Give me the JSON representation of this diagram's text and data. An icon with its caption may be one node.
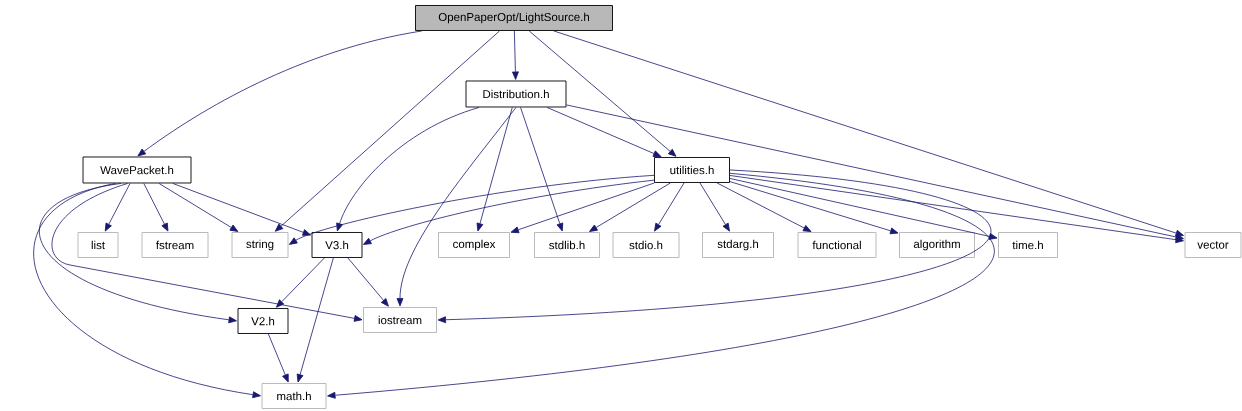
{
  "diagram": {
    "nodes": [
      {
        "text": [
          "OpenPaperOpt/LightSource.h"
        ]
      },
      {
        "text": [
          "Distribution.h"
        ]
      },
      {
        "text": [
          "WavePacket.h"
        ]
      },
      {
        "text": [
          "utilities.h"
        ]
      },
      {
        "text": [
          "list"
        ]
      },
      {
        "text": [
          "fstream"
        ]
      },
      {
        "text": [
          "string"
        ]
      },
      {
        "text": [
          "V3.h"
        ]
      },
      {
        "text": [
          "complex"
        ]
      },
      {
        "text": [
          "stdlib.h"
        ]
      },
      {
        "text": [
          "stdio.h"
        ]
      },
      {
        "text": [
          "stdarg.h"
        ]
      },
      {
        "text": [
          "functional"
        ]
      },
      {
        "text": [
          "algorithm"
        ]
      },
      {
        "text": [
          "time.h"
        ]
      },
      {
        "text": [
          "vector"
        ]
      },
      {
        "text": [
          "V2.h"
        ]
      },
      {
        "text": [
          "iostream"
        ]
      },
      {
        "text": [
          "math.h"
        ]
      }
    ],
    "edges": [
      {
        "from": 0,
        "to": 2,
        "arrow": "to"
      },
      {
        "from": 0,
        "to": 6,
        "arrow": "to"
      },
      {
        "from": 0,
        "to": 1,
        "arrow": "to"
      },
      {
        "from": 0,
        "to": 3,
        "arrow": "to"
      },
      {
        "from": 0,
        "to": 15,
        "arrow": "to"
      },
      {
        "from": 1,
        "to": 7,
        "arrow": "to"
      },
      {
        "from": 1,
        "to": 17,
        "arrow": "to"
      },
      {
        "from": 1,
        "to": 8,
        "arrow": "to"
      },
      {
        "from": 1,
        "to": 9,
        "arrow": "to"
      },
      {
        "from": 1,
        "to": 3,
        "arrow": "to"
      },
      {
        "from": 1,
        "to": 15,
        "arrow": "to"
      },
      {
        "from": 2,
        "to": 4,
        "arrow": "to"
      },
      {
        "from": 2,
        "to": 5,
        "arrow": "to"
      },
      {
        "from": 2,
        "to": 6,
        "arrow": "to"
      },
      {
        "from": 2,
        "to": 7,
        "arrow": "to"
      },
      {
        "from": 2,
        "to": 17,
        "arrow": "to"
      },
      {
        "from": 2,
        "to": 16,
        "arrow": "to"
      },
      {
        "from": 2,
        "to": 18,
        "arrow": "to"
      },
      {
        "from": 3,
        "to": 6,
        "arrow": "to"
      },
      {
        "from": 3,
        "to": 7,
        "arrow": "to"
      },
      {
        "from": 3,
        "to": 8,
        "arrow": "to"
      },
      {
        "from": 3,
        "to": 9,
        "arrow": "to"
      },
      {
        "from": 3,
        "to": 10,
        "arrow": "to"
      },
      {
        "from": 3,
        "to": 11,
        "arrow": "to"
      },
      {
        "from": 3,
        "to": 12,
        "arrow": "to"
      },
      {
        "from": 3,
        "to": 13,
        "arrow": "to"
      },
      {
        "from": 3,
        "to": 14,
        "arrow": "to"
      },
      {
        "from": 3,
        "to": 15,
        "arrow": "to"
      },
      {
        "from": 3,
        "to": 17,
        "arrow": "to"
      },
      {
        "from": 3,
        "to": 18,
        "arrow": "to"
      },
      {
        "from": 7,
        "to": 16,
        "arrow": "to"
      },
      {
        "from": 7,
        "to": 18,
        "arrow": "to"
      },
      {
        "from": 7,
        "to": 17,
        "arrow": "to"
      },
      {
        "from": 16,
        "to": 18,
        "arrow": "to"
      }
    ]
  }
}
